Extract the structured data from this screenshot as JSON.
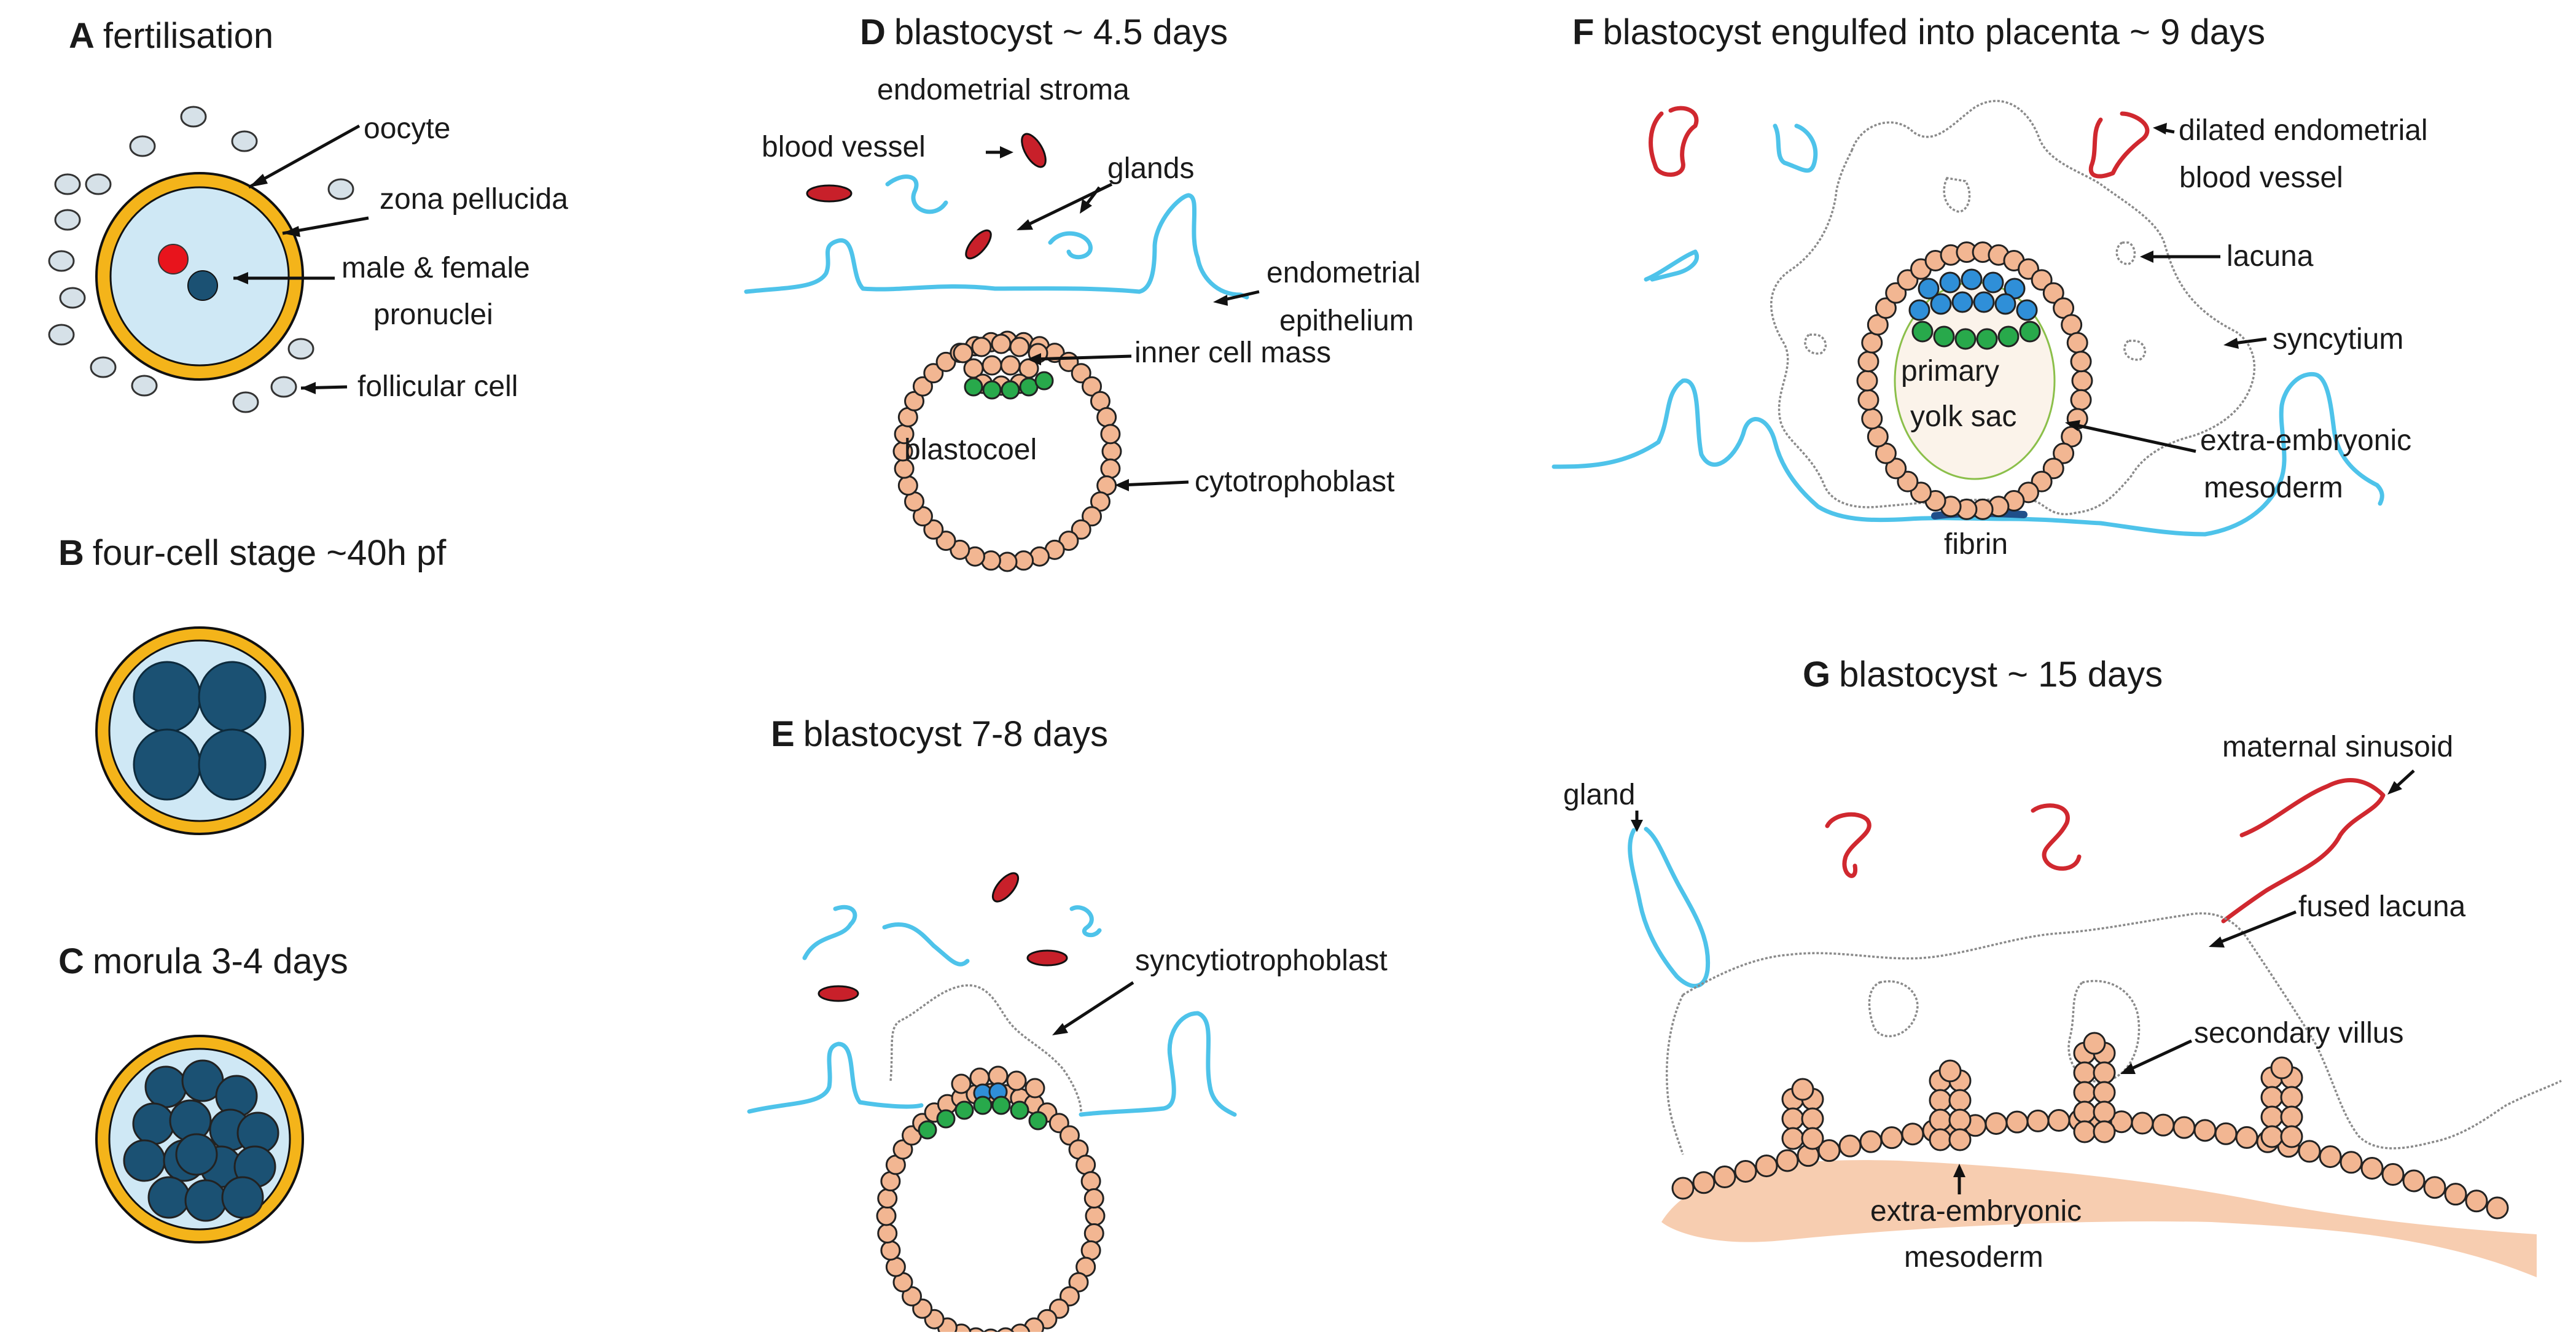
{
  "panels": {
    "A": {
      "letter": "A",
      "title": "fertilisation",
      "labels": {
        "oocyte": "oocyte",
        "zona": "zona pellucida",
        "pronuclei_1": "male & female",
        "pronuclei_2": "pronuclei",
        "follicular": "follicular cell"
      }
    },
    "B": {
      "letter": "B",
      "title": "four-cell stage ~40h pf"
    },
    "C": {
      "letter": "C",
      "title": "morula 3-4 days"
    },
    "D": {
      "letter": "D",
      "title": "blastocyst  ~ 4.5 days",
      "labels": {
        "stroma": "endometrial stroma",
        "vessel": "blood vessel",
        "glands": "glands",
        "epi_1": "endometrial",
        "epi_2": "epithelium",
        "icm": "inner cell mass",
        "blastocoel": "blastocoel",
        "cyto": "cytotrophoblast"
      }
    },
    "E": {
      "letter": "E",
      "title": "blastocyst 7-8 days",
      "labels": {
        "syncytio": "syncytiotrophoblast"
      }
    },
    "F": {
      "letter": "F",
      "title": "blastocyst engulfed into placenta ~ 9 days",
      "labels": {
        "dilated_1": "dilated endometrial",
        "dilated_2": "blood vessel",
        "lacuna": "lacuna",
        "syncytium": "syncytium",
        "yolk_1": "primary",
        "yolk_2": "yolk sac",
        "meso_1": "extra-embryonic",
        "meso_2": "mesoderm",
        "fibrin": "fibrin"
      }
    },
    "G": {
      "letter": "G",
      "title": "blastocyst ~ 15 days",
      "labels": {
        "gland": "gland",
        "sinusoid": "maternal sinusoid",
        "fused": "fused lacuna",
        "villus": "secondary villus",
        "meso_1": "extra-embryonic",
        "meso_2": "mesoderm"
      }
    }
  },
  "colors": {
    "zona": "#f4b41a",
    "oocyte_fill": "#cfe8f5",
    "dark_cell": "#1b5173",
    "trophoblast": "#f2b692",
    "icm_green": "#28a94b",
    "epiblast_blue": "#2f8fd8",
    "vessel_red": "#c8202a",
    "gland_blue": "#4ec3ea",
    "follicular": "#d6e1e8",
    "mesoderm": "#f7cdb0",
    "fibrin": "#1f4f8a"
  }
}
